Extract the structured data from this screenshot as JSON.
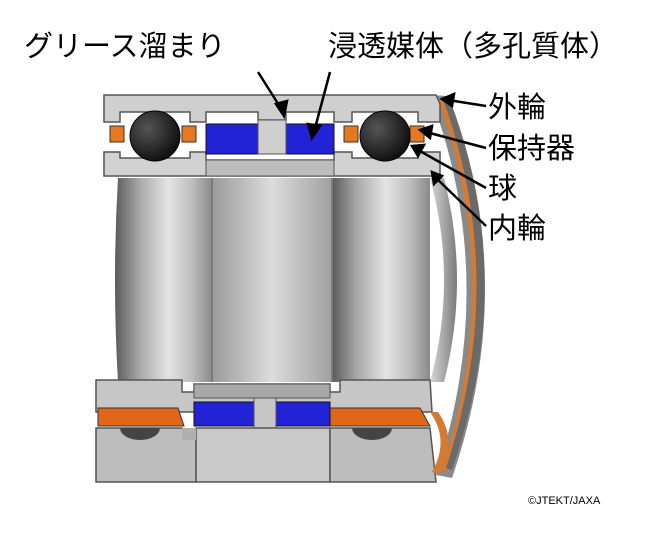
{
  "labels": {
    "grease_pocket": "グリース溜まり",
    "porous_medium": "浸透媒体（多孔質体）",
    "outer_ring": "外輪",
    "retainer": "保持器",
    "ball": "球",
    "inner_ring": "内輪"
  },
  "credit": "©JTEKT/JAXA",
  "colors": {
    "ring_gray": "#c8c8c8",
    "porous_blue": "#2020d8",
    "retainer_orange": "#e8781e",
    "ball_black": "#1a1a1a",
    "background": "#ffffff"
  }
}
